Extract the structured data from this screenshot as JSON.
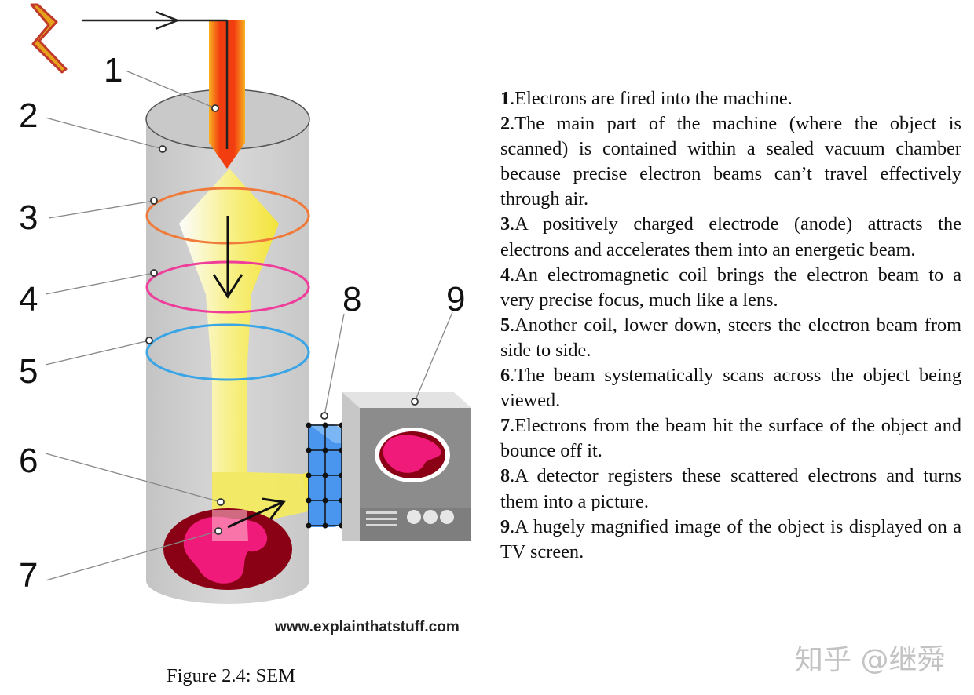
{
  "diagram": {
    "labels": [
      "1",
      "2",
      "3",
      "4",
      "5",
      "6",
      "7",
      "8",
      "9"
    ],
    "credit": "www.explainthatstuff.com",
    "colors": {
      "chamber": "#cfcfcf",
      "coil_anode": "#f07a3a",
      "coil_focus": "#ee3d9a",
      "coil_scan": "#3aa5e6",
      "beam": "#f5e94a",
      "gun": "#f23d10",
      "specimen": "#8a0014",
      "specimen_highlight": "#f01a7a",
      "detector": "#4a96ee",
      "monitor": "#8c8c8c"
    }
  },
  "descriptions": [
    {
      "num": "1",
      "text": ".Electrons are fired into the machine."
    },
    {
      "num": "2",
      "text": ".The main part of the machine (where the object is scanned) is contained within a sealed vacuum chamber because precise electron beams can’t travel effectively through air."
    },
    {
      "num": "3",
      "text": ".A positively charged electrode (anode) attracts the electrons and accelerates them into an energetic beam."
    },
    {
      "num": "4",
      "text": ".An electromagnetic coil brings the electron beam to a very precise focus, much like a lens."
    },
    {
      "num": "5",
      "text": ".Another coil, lower down, steers the electron beam from side to side."
    },
    {
      "num": "6",
      "text": ".The beam systematically scans across the object being viewed."
    },
    {
      "num": "7",
      "text": ".Electrons from the beam hit the surface of the object and bounce off it."
    },
    {
      "num": "8",
      "text": ".A detector registers these scattered electrons and turns them into a picture."
    },
    {
      "num": "9",
      "text": ".A hugely magnified image of the object is displayed on a TV screen."
    }
  ],
  "caption": "Figure 2.4: SEM",
  "watermark": "知乎 @继舜"
}
